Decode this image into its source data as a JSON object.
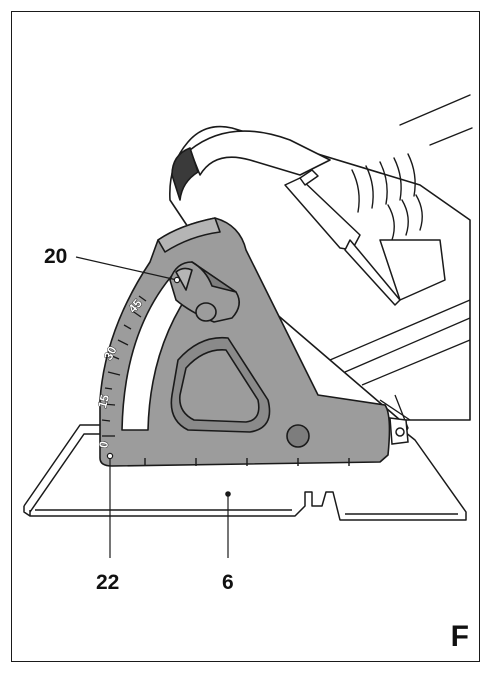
{
  "figure": {
    "letter": "F",
    "callouts": {
      "bevel_lever": "20",
      "bevel_scale": "22",
      "base_plate": "6"
    },
    "scale_marks": [
      "0",
      "15",
      "30",
      "45"
    ]
  },
  "colors": {
    "line": "#1a1a1a",
    "bracket_fill": "#9c9c9c",
    "bracket_dark": "#7d7d7d",
    "background": "#ffffff"
  }
}
